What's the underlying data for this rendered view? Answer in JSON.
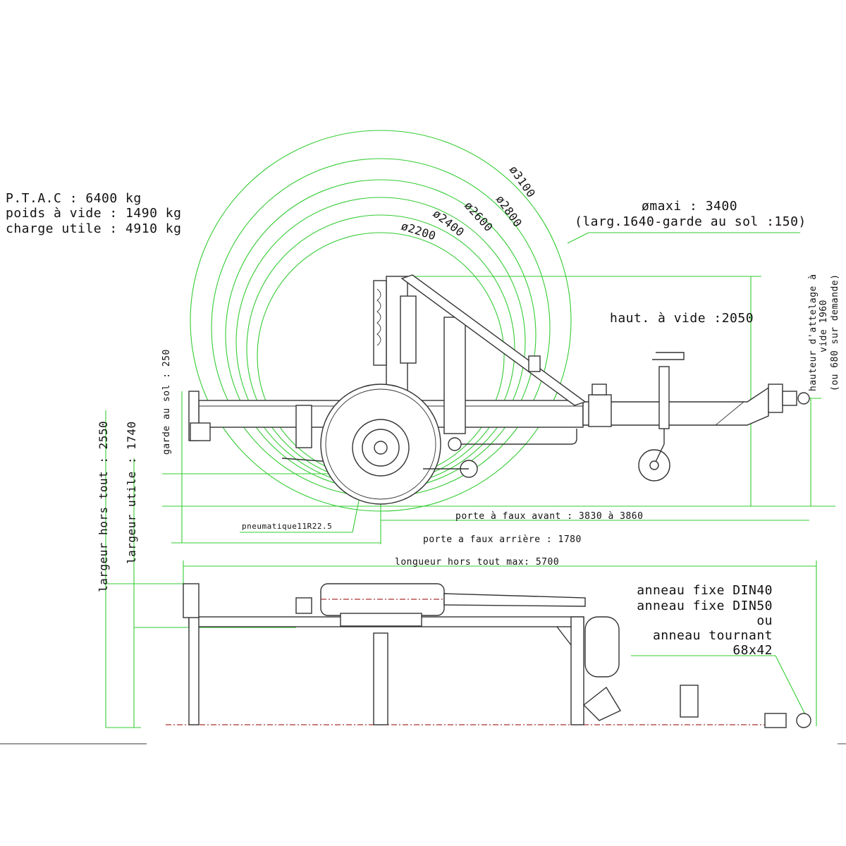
{
  "specs": {
    "ptac": "P.T.A.C : 6400 kg",
    "poids_vide": "poids à vide : 1490 kg",
    "charge_utile": "charge utile : 4910 kg"
  },
  "diameters": {
    "d2200": "ø2200",
    "d2400": "ø2400",
    "d2600": "ø2600",
    "d2800": "ø2800",
    "d3100": "ø3100",
    "maxi_line1": "ømaxi : 3400",
    "maxi_line2": "(larg.1640-garde au sol :150)"
  },
  "dimensions": {
    "haut_vide": "haut. à vide :2050",
    "garde_sol": "garde au sol : 250",
    "largeur_hors_tout": "largeur hors tout : 2550",
    "largeur_utile": "largeur utile : 1740",
    "pneumatique": "pneumatique11R22.5",
    "porte_faux_avant": "porte à faux avant : 3830 à 3860",
    "porte_faux_arriere": "porte a faux arrière : 1780",
    "longueur_hors_tout": "longueur hors tout max: 5700",
    "hauteur_attelage_1": "hauteur d'attelage à",
    "hauteur_attelage_2": "vide 1960",
    "hauteur_attelage_3": "(ou 680  sur demande)"
  },
  "coupling": {
    "line1": "anneau fixe DIN40",
    "line2": "anneau fixe DIN50",
    "line3": "ou",
    "line4": "anneau tournant",
    "line5": "68x42"
  },
  "colors": {
    "dimension_lines": "#33cc33",
    "outline": "#333333",
    "ground_line": "#aa3333"
  }
}
